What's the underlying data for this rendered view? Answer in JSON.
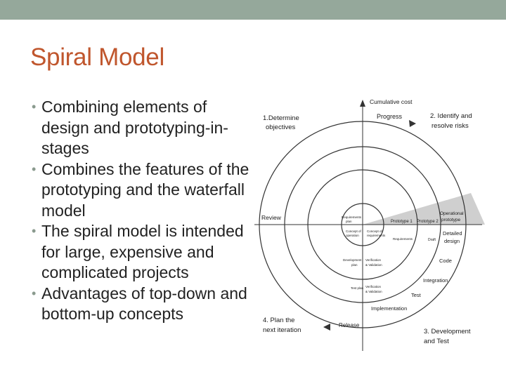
{
  "slide": {
    "title": "Spiral Model",
    "bullets": [
      "Combining elements of design and prototyping-in-stages",
      "Combines the features of the prototyping and the waterfall model",
      "The spiral model is intended for large, expensive and complicated projects",
      "Advantages of top-down and bottom-up concepts"
    ]
  },
  "diagram": {
    "axis_top": "Cumulative cost",
    "axis_left": "Review",
    "quadrants": {
      "q1": [
        "1.Determine",
        "objectives"
      ],
      "q2": [
        "2. Identify and",
        "resolve risks"
      ],
      "q3": [
        "3. Development",
        "and Test"
      ],
      "q4": [
        "4. Plan the",
        "next iteration"
      ]
    },
    "phases": {
      "progress": "Progress",
      "release": "Release",
      "implementation": "Implementation",
      "test": "Test",
      "integration": "Integration",
      "code": "Code",
      "detailed_design": [
        "Detailed",
        "design"
      ],
      "operational_prototype": [
        "Operational",
        "prototype"
      ],
      "prototype1": "Prototype 1",
      "prototype2": "Prototype 2",
      "draft": "Draft",
      "requirements_plan": [
        "Requirements",
        "plan"
      ],
      "concept_of_operation": [
        "Concept of",
        "operation"
      ],
      "concept_of_requirements": [
        "Concept of",
        "requirements"
      ],
      "requirements": "Requirements",
      "development_plan": [
        "Development",
        "plan"
      ],
      "verification_validation": [
        "Verification",
        "& Validation"
      ],
      "test_plan": "Test plan",
      "verification_validation_2": [
        "Verification",
        "& Validation"
      ]
    }
  },
  "colors": {
    "topbar": "#95a89b",
    "title": "#c0562d",
    "wedge": "#cfcfcf"
  }
}
